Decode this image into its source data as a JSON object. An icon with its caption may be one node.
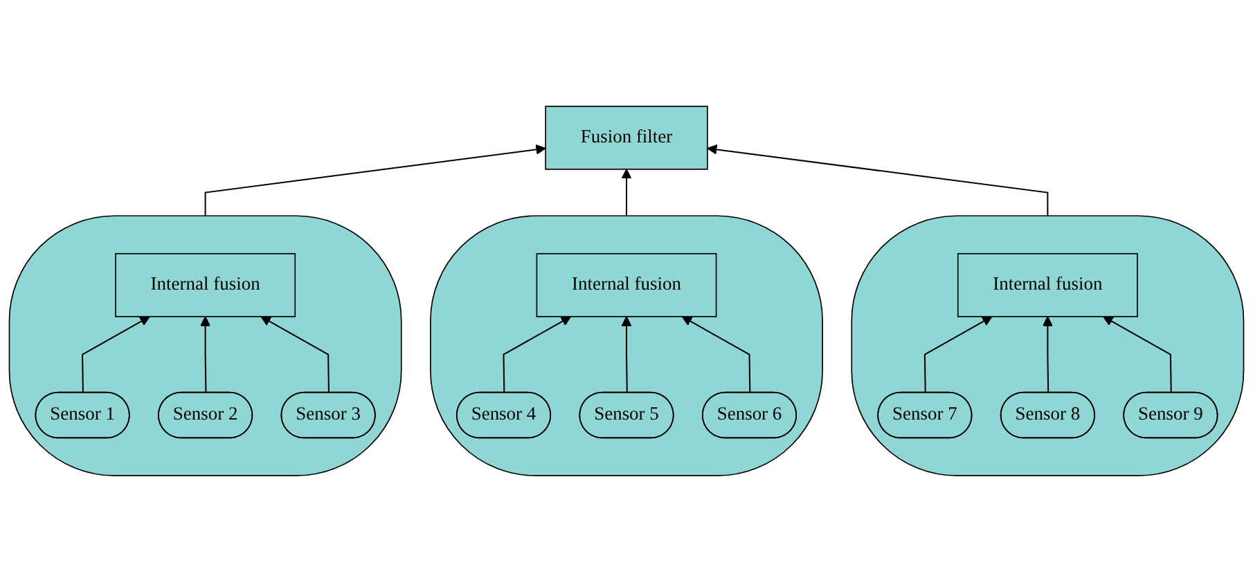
{
  "diagram": {
    "nodes": [
      {
        "text": [
          "Fusion filter"
        ]
      },
      {
        "text": [],
        "shape": "ellipse"
      },
      {
        "text": [
          "Internal fusion"
        ],
        "in": 1
      },
      {
        "text": [
          "Sensor 1"
        ],
        "in": 1
      },
      {
        "text": [
          "Sensor 2"
        ],
        "in": 1
      },
      {
        "text": [
          "Sensor 3"
        ],
        "in": 1
      },
      {
        "text": [],
        "shape": "ellipse"
      },
      {
        "text": [
          "Internal fusion"
        ],
        "in": 6
      },
      {
        "text": [
          "Sensor 4"
        ],
        "in": 6
      },
      {
        "text": [
          "Sensor 5"
        ],
        "in": 6
      },
      {
        "text": [
          "Sensor 6"
        ],
        "in": 6
      },
      {
        "text": [],
        "shape": "ellipse"
      },
      {
        "text": [
          "Internal fusion"
        ],
        "in": 11
      },
      {
        "text": [
          "Sensor 7"
        ],
        "in": 11
      },
      {
        "text": [
          "Sensor 8"
        ],
        "in": 11
      },
      {
        "text": [
          "Sensor 9"
        ],
        "in": 11
      }
    ],
    "edges": [
      {
        "from": 1,
        "to": 0,
        "arrow": "to"
      },
      {
        "from": 6,
        "to": 0,
        "arrow": "to"
      },
      {
        "from": 11,
        "to": 0,
        "arrow": "to"
      },
      {
        "from": 3,
        "to": 2,
        "arrow": "to"
      },
      {
        "from": 4,
        "to": 2,
        "arrow": "to"
      },
      {
        "from": 5,
        "to": 2,
        "arrow": "to"
      },
      {
        "from": 8,
        "to": 7,
        "arrow": "to"
      },
      {
        "from": 9,
        "to": 7,
        "arrow": "to"
      },
      {
        "from": 10,
        "to": 7,
        "arrow": "to"
      },
      {
        "from": 13,
        "to": 12,
        "arrow": "to"
      },
      {
        "from": 14,
        "to": 12,
        "arrow": "to"
      },
      {
        "from": 15,
        "to": 12,
        "arrow": "to"
      }
    ]
  }
}
